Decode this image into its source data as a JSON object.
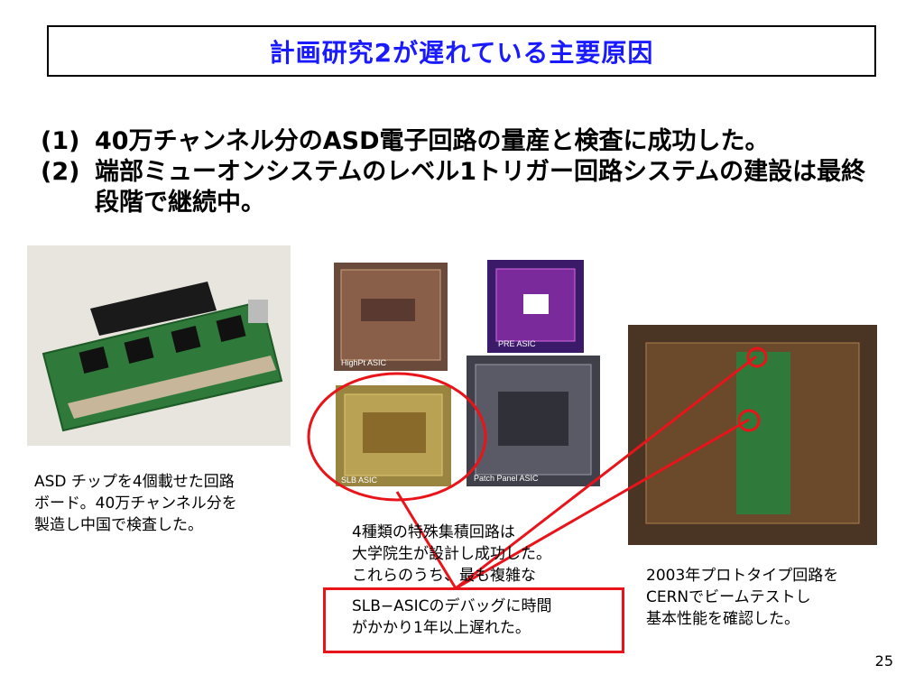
{
  "slide": {
    "title": "計画研究2が遅れている主要原因",
    "bullets": [
      {
        "num": "(1)",
        "text": "40万チャンネル分のASD電子回路の量産と検査に成功した。"
      },
      {
        "num": "(2)",
        "text": "端部ミューオンシステムのレベル1トリガー回路システムの建設は最終段階で継続中。"
      }
    ],
    "captions": {
      "board": [
        "ASD チップを4個載せた回路",
        "ボード。40万チャンネル分を",
        "製造し中国で検査した。"
      ],
      "asic": [
        "4種類の特殊集積回路は",
        "大学院生が設計し成功した。",
        "これらのうち、最も複雑な"
      ],
      "slb": [
        "SLB−ASICのデバッグに時間",
        "がかかり1年以上遅れた。"
      ],
      "proto": [
        "2003年プロトタイプ回路を",
        "CERNでビームテストし",
        "基本性能を確認した。"
      ]
    },
    "chip_labels": {
      "highpt": "HighPt ASIC",
      "pre": "PRE ASIC",
      "slb": "SLB ASIC",
      "patch": "Patch Panel ASIC"
    },
    "page_number": "25",
    "colors": {
      "title": "#1a1aff",
      "highlight": "#e8141a"
    }
  }
}
